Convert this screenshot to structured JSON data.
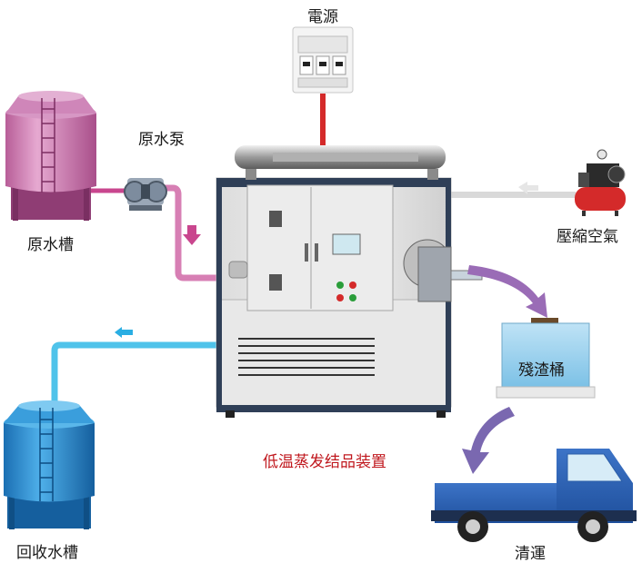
{
  "labels": {
    "power": "電源",
    "raw_pump": "原水泵",
    "raw_tank": "原水槽",
    "compressed_air": "壓縮空氣",
    "residue_bucket": "殘渣桶",
    "equipment": "低温蒸发结品装置",
    "recovery_tank": "回收水槽",
    "transport": "清運"
  },
  "colors": {
    "power_line": "#d42a2a",
    "raw_water_pipe": "#d77fb4",
    "raw_water_arrow": "#c9468e",
    "return_pipe": "#4fc3ea",
    "return_arrow": "#2aaee3",
    "air_pipe": "#d9d9d9",
    "residue_arrow": "#9a6cb6",
    "truck_arrow": "#7a68b0",
    "raw_tank": "#c87aae",
    "recovery_tank": "#2f8fd0",
    "equipment_title": "#c0181e"
  },
  "icons": [
    "breaker-box-icon",
    "pink-water-tank-icon",
    "diaphragm-pump-icon",
    "air-compressor-icon",
    "residue-bucket-icon",
    "blue-truck-icon",
    "blue-water-tank-icon",
    "evaporator-machine-icon"
  ]
}
